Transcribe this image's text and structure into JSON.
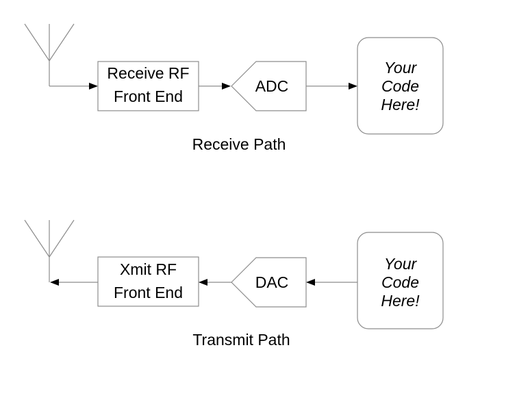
{
  "canvas": {
    "background_color": "#ffffff",
    "line_color": "#8c8c8c",
    "arrow_color": "#000000",
    "text_color": "#000000"
  },
  "receive_path": {
    "caption": "Receive Path",
    "front_end_block": {
      "line1": "Receive RF",
      "line2": "Front End"
    },
    "converter_block": {
      "label": "ADC"
    },
    "code_block": {
      "line1": "Your",
      "line2": "Code",
      "line3": "Here!"
    }
  },
  "transmit_path": {
    "caption": "Transmit Path",
    "front_end_block": {
      "line1": "Xmit RF",
      "line2": "Front End"
    },
    "converter_block": {
      "label": "DAC"
    },
    "code_block": {
      "line1": "Your",
      "line2": "Code",
      "line3": "Here!"
    }
  }
}
